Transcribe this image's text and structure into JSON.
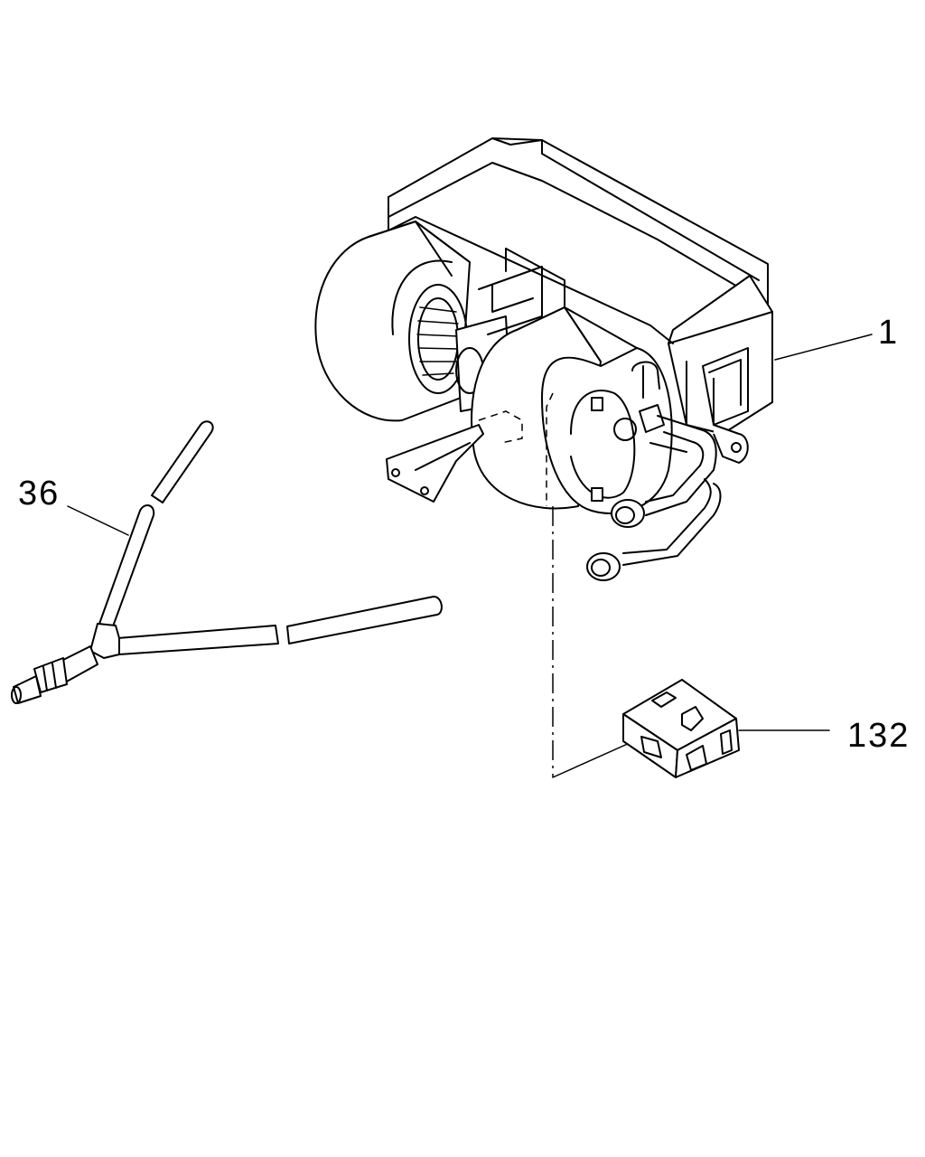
{
  "parts": [
    {
      "id": "heater-blower-unit",
      "callout": "1"
    },
    {
      "id": "wire-harness",
      "callout": "36"
    },
    {
      "id": "relay-connector",
      "callout": "132"
    }
  ]
}
